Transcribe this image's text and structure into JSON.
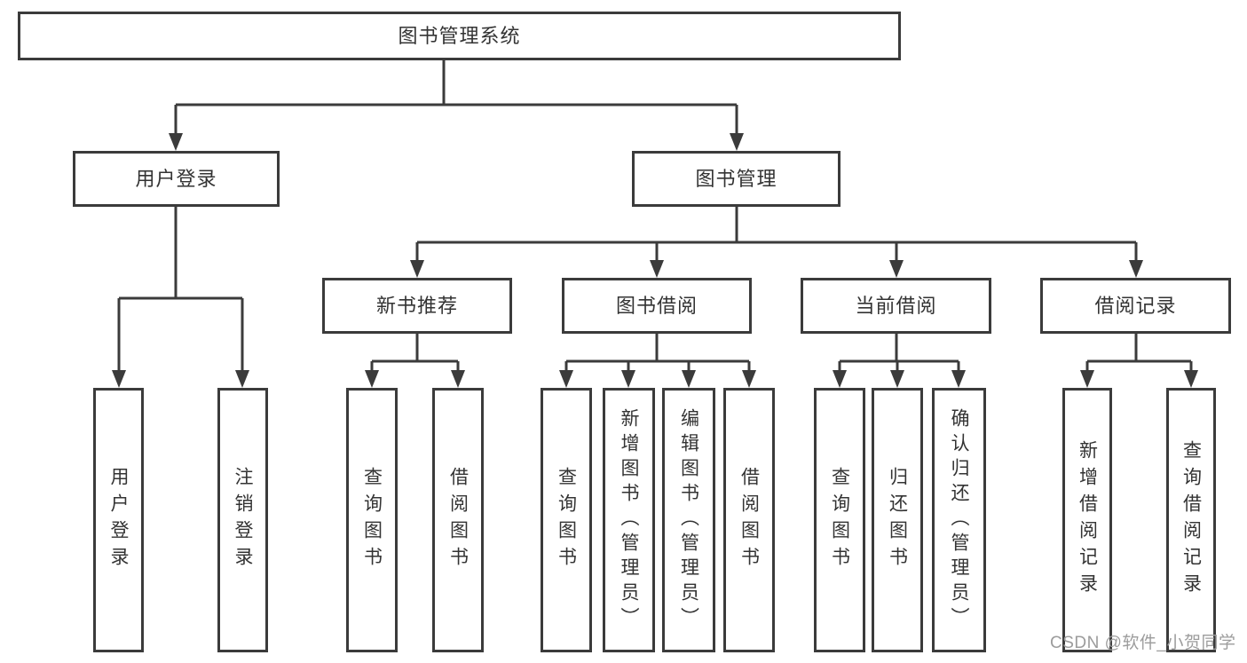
{
  "tree": {
    "root": {
      "label": "图书管理系统",
      "children": [
        {
          "label": "用户登录",
          "children": [
            {
              "label": "用户登录"
            },
            {
              "label": "注销登录"
            }
          ]
        },
        {
          "label": "图书管理",
          "children": [
            {
              "label": "新书推荐",
              "children": [
                {
                  "label": "查询图书"
                },
                {
                  "label": "借阅图书"
                }
              ]
            },
            {
              "label": "图书借阅",
              "children": [
                {
                  "label": "查询图书"
                },
                {
                  "label": "新增图书（管理员）"
                },
                {
                  "label": "编辑图书（管理员）"
                },
                {
                  "label": "借阅图书"
                }
              ]
            },
            {
              "label": "当前借阅",
              "children": [
                {
                  "label": "查询图书"
                },
                {
                  "label": "归还图书"
                },
                {
                  "label": "确认归还（管理员）"
                }
              ]
            },
            {
              "label": "借阅记录",
              "children": [
                {
                  "label": "新增借阅记录"
                },
                {
                  "label": "查询借阅记录"
                }
              ]
            }
          ]
        }
      ]
    }
  },
  "watermark": {
    "text": "CSDN @软件_小贺同学"
  },
  "colors": {
    "line": "#3b3b3b",
    "text": "#333333",
    "watermark": "#9c9c9c",
    "background": "#ffffff"
  }
}
